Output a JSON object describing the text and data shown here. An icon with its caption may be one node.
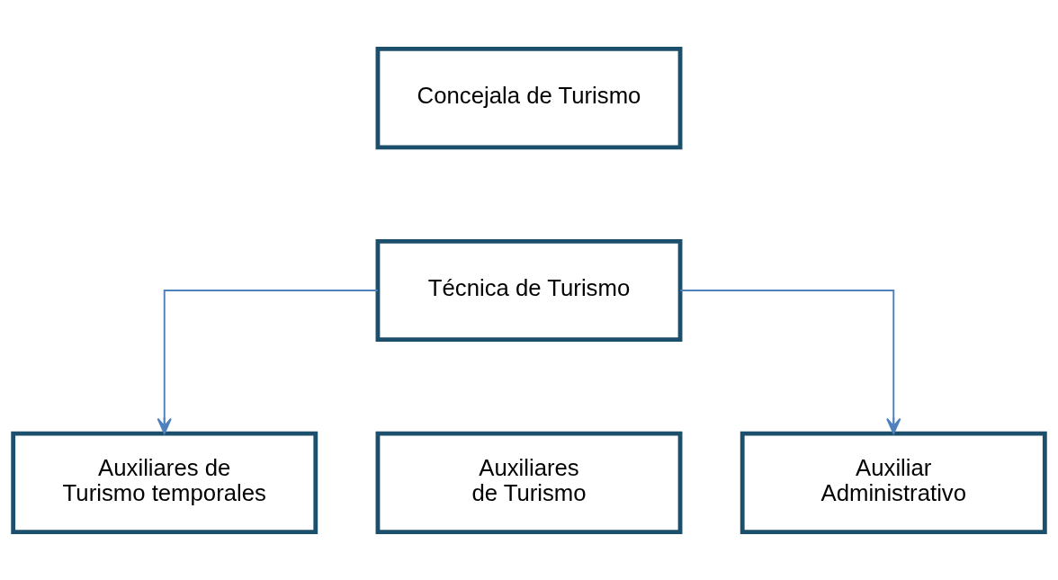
{
  "diagram": {
    "nodes": [
      {
        "text": [
          "Concejala de Turismo"
        ]
      },
      {
        "text": [
          "Técnica de Turismo"
        ]
      },
      {
        "text": [
          "Auxiliares de Turismo temporales"
        ]
      },
      {
        "text": [
          "Auxiliares de Turismo"
        ]
      },
      {
        "text": [
          "Auxiliar Administrativo"
        ]
      }
    ],
    "edges": [
      {
        "from": 1,
        "to": 2,
        "arrow": "to"
      },
      {
        "from": 1,
        "to": 4,
        "arrow": "to"
      }
    ]
  }
}
